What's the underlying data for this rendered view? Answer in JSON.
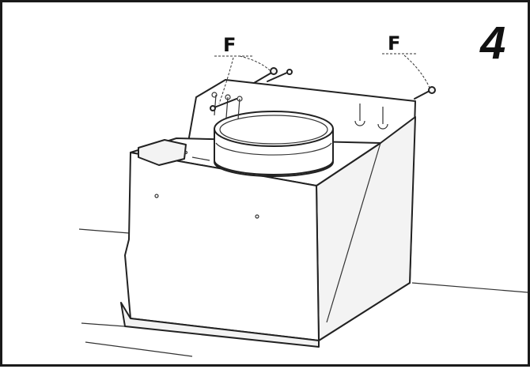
{
  "step_number": "4",
  "callouts": [
    {
      "id": "left",
      "label": "F"
    },
    {
      "id": "right",
      "label": "F"
    }
  ],
  "colors": {
    "line": "#222222",
    "background": "#ffffff"
  }
}
